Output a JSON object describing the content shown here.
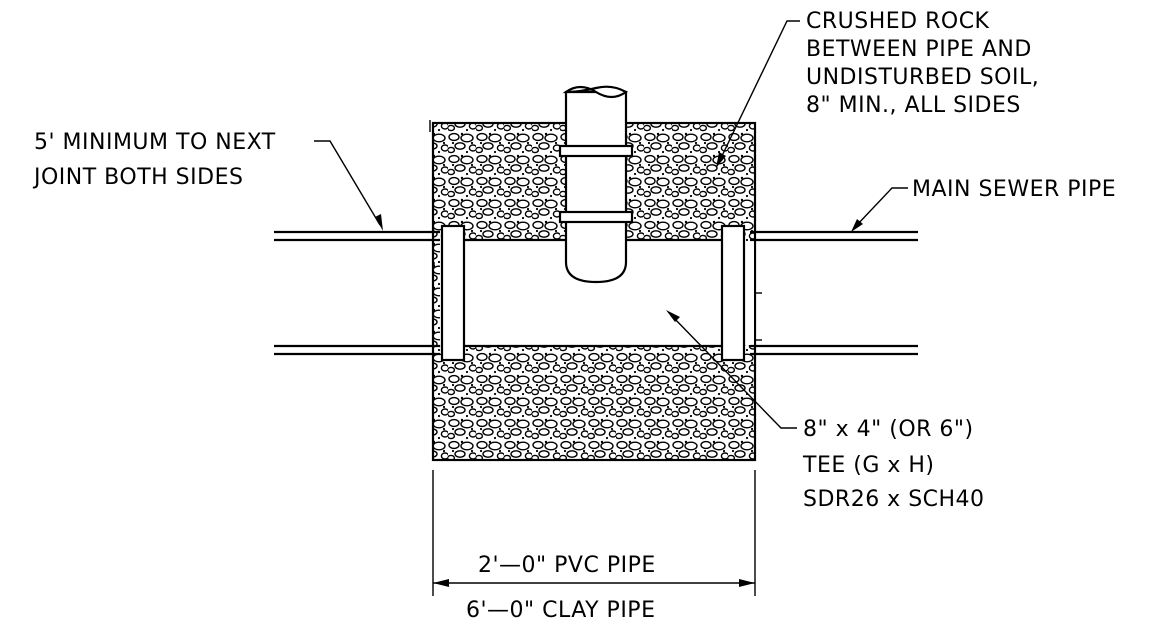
{
  "labels": {
    "crushed_rock": [
      "CRUSHED ROCK",
      "BETWEEN PIPE AND",
      "UNDISTURBED SOIL,",
      "8\" MIN., ALL SIDES"
    ],
    "minimum_joint": [
      "5' MINIMUM TO NEXT",
      "JOINT BOTH SIDES"
    ],
    "main_sewer_pipe": "MAIN SEWER PIPE",
    "tee": [
      "8\" x 4\" (OR 6\")",
      "TEE (G x H)",
      "SDR26 x SCH40"
    ],
    "pvc_dimension": "2'—0\" PVC PIPE",
    "clay_dimension": "6'—0\" CLAY PIPE"
  }
}
